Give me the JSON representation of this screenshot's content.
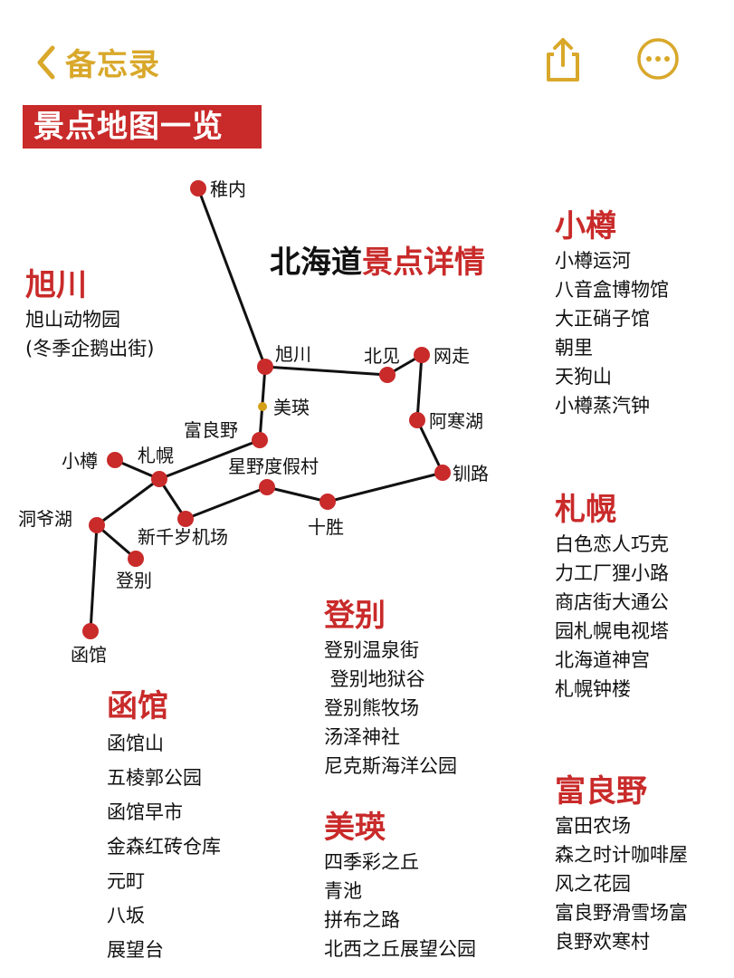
{
  "nav": {
    "back_label": "备忘录",
    "share_icon": "share-icon",
    "more_icon": "more-icon",
    "accent": "#d9a82b"
  },
  "banner": {
    "title": "景点地图一览",
    "color": "#c92a2a"
  },
  "map_title": {
    "black": "北海道",
    "red": "景点详情"
  },
  "map": {
    "stations": [
      {
        "id": "wakkanai",
        "label": "稚内"
      },
      {
        "id": "asahikawa",
        "label": "旭川"
      },
      {
        "id": "kitami",
        "label": "北见"
      },
      {
        "id": "abashiri",
        "label": "网走"
      },
      {
        "id": "biei",
        "label": "美瑛"
      },
      {
        "id": "akan",
        "label": "阿寒湖"
      },
      {
        "id": "furano",
        "label": "富良野"
      },
      {
        "id": "otaru",
        "label": "小樽"
      },
      {
        "id": "sapporo",
        "label": "札幌"
      },
      {
        "id": "hoshino",
        "label": "星野度假村"
      },
      {
        "id": "kushiro",
        "label": "钏路"
      },
      {
        "id": "toya",
        "label": "洞爷湖"
      },
      {
        "id": "tokachi",
        "label": "十胜"
      },
      {
        "id": "chitose",
        "label": "新千岁机场"
      },
      {
        "id": "noboribetsu",
        "label": "登别"
      },
      {
        "id": "hakodate",
        "label": "函馆"
      }
    ],
    "line_color": "#111111",
    "dot_color": "#c92a2a",
    "minor_dot_color": "#d4a017"
  },
  "asahikawa": {
    "title": "旭川",
    "items": [
      "旭山动物园",
      "(冬季企鹅出街)"
    ]
  },
  "otaru": {
    "title": "小樽",
    "items": [
      "小樽运河",
      "八音盒博物馆",
      "大正硝子馆",
      "朝里",
      "天狗山",
      "小樽蒸汽钟"
    ]
  },
  "sapporo": {
    "title": "札幌",
    "items": [
      "白色恋人巧克",
      "力工厂狸小路",
      "商店街大通公",
      "园札幌电视塔",
      "北海道神宫",
      "札幌钟楼"
    ]
  },
  "noboribetsu": {
    "title": "登别",
    "items": [
      "登别温泉街",
      " 登别地狱谷",
      "登别熊牧场",
      "汤泽神社",
      "尼克斯海洋公园"
    ]
  },
  "hakodate": {
    "title": "函馆",
    "items": [
      "函馆山",
      "五棱郭公园",
      "函馆早市",
      "金森红砖仓库",
      "元町",
      "八坂",
      "展望台"
    ]
  },
  "biei": {
    "title": "美瑛",
    "items": [
      "四季彩之丘",
      "青池",
      "拼布之路",
      "北西之丘展望公园"
    ]
  },
  "furano": {
    "title": "富良野",
    "items": [
      "富田农场",
      "森之时计咖啡屋",
      "风之花园",
      "富良野滑雪场富",
      "良野欢寒村"
    ]
  }
}
